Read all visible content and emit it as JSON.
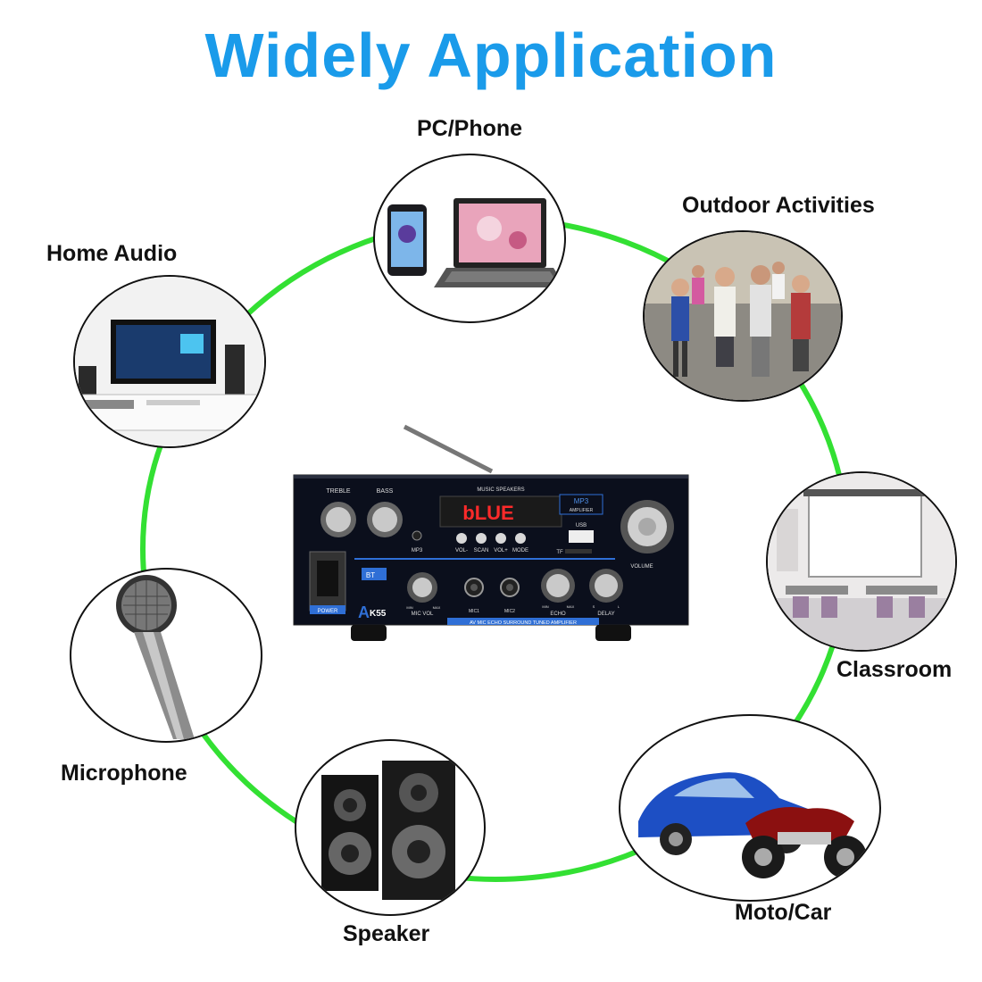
{
  "title": "Widely Application",
  "colors": {
    "title": "#1a9bea",
    "ring": "#33e033",
    "amp_body": "#0b0f1c",
    "display": "#ff2a2a",
    "accent": "#2f6fd6"
  },
  "items": [
    {
      "key": "pc",
      "label": "PC/Phone",
      "icon": "phone-laptop-icon"
    },
    {
      "key": "outdoor",
      "label": "Outdoor Activities",
      "icon": "crowd-icon"
    },
    {
      "key": "home",
      "label": "Home Audio",
      "icon": "tv-icon"
    },
    {
      "key": "classroom",
      "label": "Classroom",
      "icon": "projector-screen-icon"
    },
    {
      "key": "mic",
      "label": "Microphone",
      "icon": "microphone-icon"
    },
    {
      "key": "speaker",
      "label": "Speaker",
      "icon": "speaker-icon"
    },
    {
      "key": "car",
      "label": "Moto/Car",
      "icon": "car-motorcycle-icon"
    }
  ],
  "amplifier": {
    "model": "AK55",
    "model_a": "A",
    "model_rest": "K55",
    "header": "MUSIC SPEAKERS",
    "display": "bLUE",
    "badge_top": "MP3",
    "badge_bottom": "AMPLIFIER",
    "treble": "TREBLE",
    "bass": "BASS",
    "mp3": "MP3",
    "usb": "USB",
    "tf": "TF",
    "volume": "VOLUME",
    "power": "POWER",
    "bt": "BT",
    "mic_vol": "MIC VOL",
    "mic1": "MIC1",
    "mic2": "MIC2",
    "echo": "ECHO",
    "delay": "DELAY",
    "min": "MIN",
    "max": "MAX",
    "s": "S",
    "l": "L",
    "buttons": [
      "VOL-",
      "SCAN",
      "VOL+",
      "MODE"
    ],
    "footer": "AV MIC ECHO SURROUND TUNED AMPLIFIER"
  }
}
